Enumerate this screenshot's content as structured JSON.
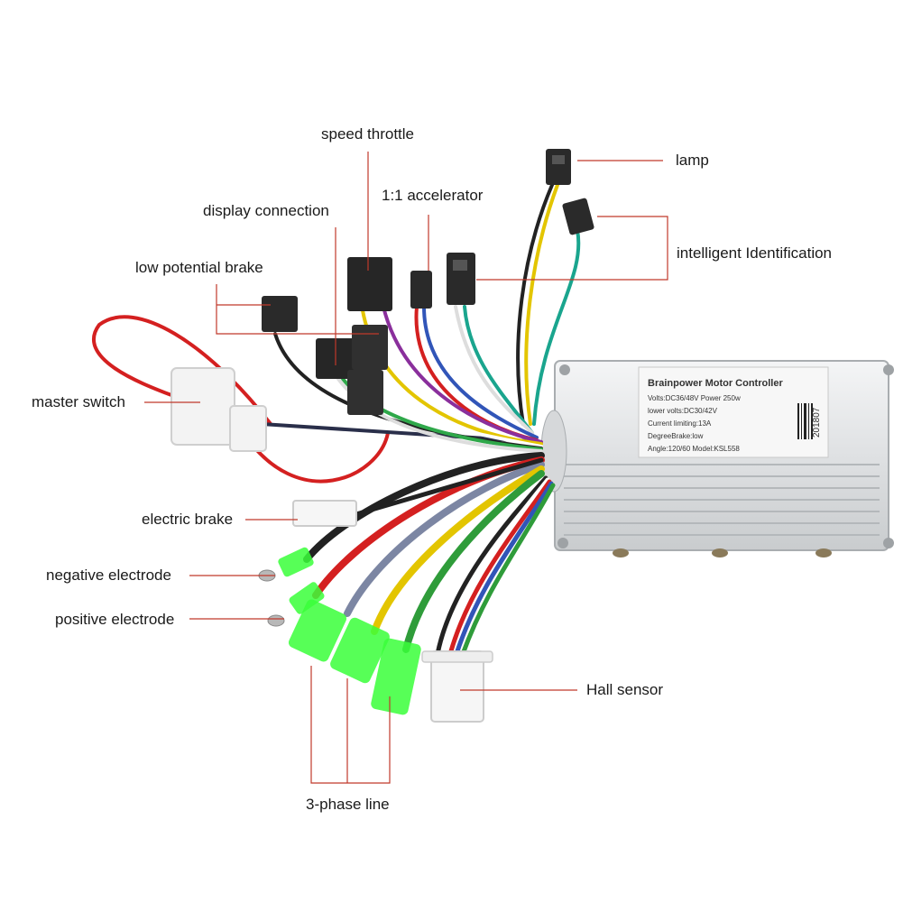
{
  "labels": {
    "speed_throttle": "speed throttle",
    "lamp": "lamp",
    "accelerator": "1:1 accelerator",
    "display_connection": "display connection",
    "intelligent_identification": "intelligent Identification",
    "low_potential_brake": "low potential brake",
    "master_switch": "master switch",
    "electric_brake": "electric brake",
    "negative_electrode": "negative electrode",
    "positive_electrode": "positive electrode",
    "hall_sensor": "Hall sensor",
    "three_phase_line": "3-phase line"
  },
  "controller": {
    "title": "Brainpower Motor Controller",
    "line1": "Volts:DC36/48V  Power 250w",
    "line2": "lower volts:DC30/42V",
    "line3": "Current limiting:13A",
    "line4": "DegreeBrake:low",
    "line5": "Angle:120/60  Model:KSL558",
    "serial": "201807"
  },
  "colors": {
    "leader_line": "#c0392b",
    "housing": "#e4e6e8",
    "tube_green": "#39ff3a"
  }
}
